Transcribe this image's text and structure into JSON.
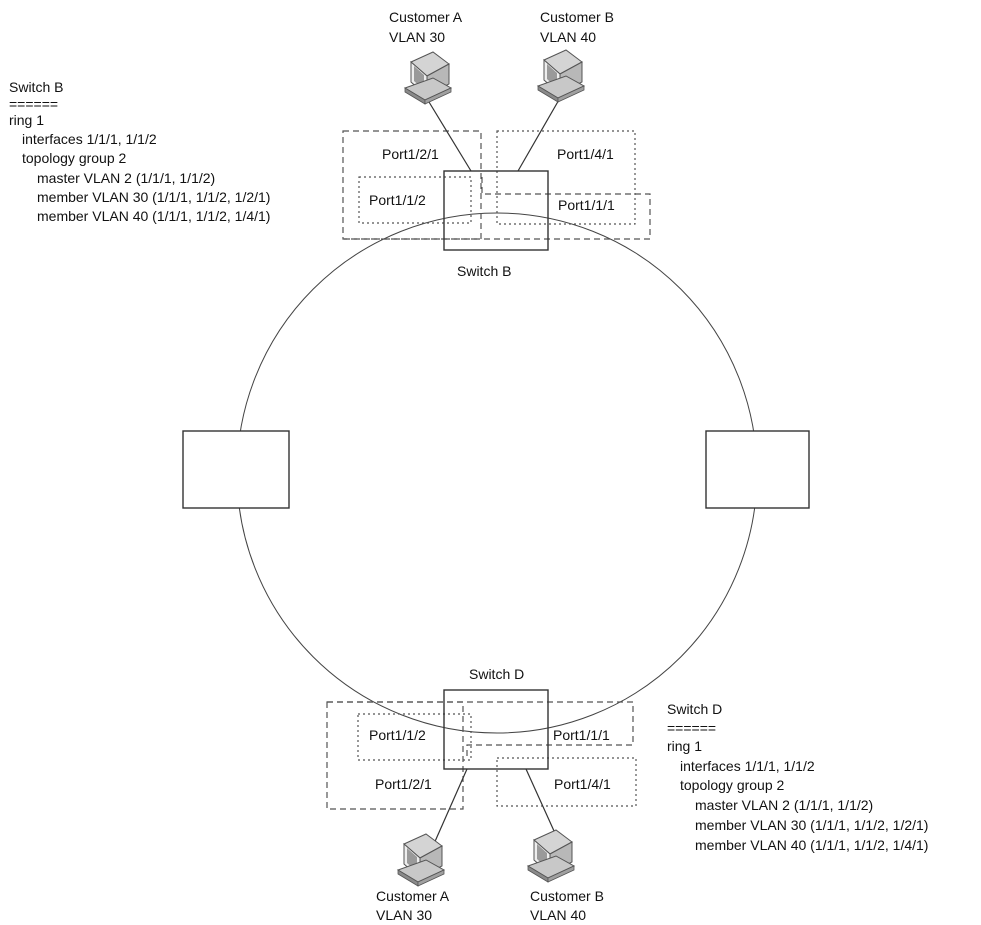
{
  "nodes": {
    "switch_b": {
      "label": "Switch B"
    },
    "switch_d": {
      "label": "Switch D"
    }
  },
  "customers": {
    "top_a": {
      "line1": "Customer A",
      "line2": "VLAN 30"
    },
    "top_b": {
      "line1": "Customer B",
      "line2": "VLAN 40"
    },
    "bottom_a": {
      "line1": "Customer A",
      "line2": "VLAN 30"
    },
    "bottom_b": {
      "line1": "Customer B",
      "line2": "VLAN 40"
    }
  },
  "ports": {
    "b_121": "Port1/2/1",
    "b_141": "Port1/4/1",
    "b_112": "Port1/1/2",
    "b_111": "Port1/1/1",
    "d_112": "Port1/1/2",
    "d_111": "Port1/1/1",
    "d_121": "Port1/2/1",
    "d_141": "Port1/4/1"
  },
  "config_b": [
    "Switch B",
    "======",
    "ring 1",
    "interfaces 1/1/1, 1/1/2",
    "topology group 2",
    "master VLAN 2 (1/1/1, 1/1/2)",
    "member VLAN 30 (1/1/1, 1/1/2, 1/2/1)",
    "member VLAN 40 (1/1/1, 1/1/2, 1/4/1)"
  ],
  "config_d": [
    "Switch D",
    "======",
    "ring 1",
    "interfaces 1/1/1, 1/1/2",
    "topology group 2",
    "master VLAN 2 (1/1/1, 1/1/2)",
    "member VLAN 30 (1/1/1, 1/1/2, 1/2/1)",
    "member VLAN 40 (1/1/1, 1/1/2, 1/4/1)"
  ],
  "icons": {
    "customer": "computer-icon"
  }
}
